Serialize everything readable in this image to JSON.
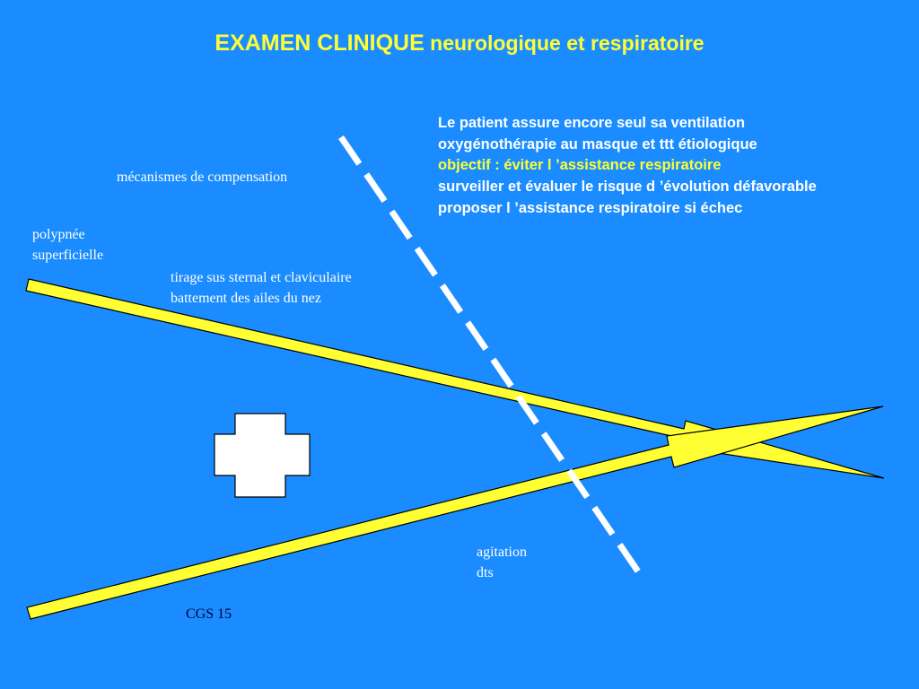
{
  "title": {
    "part1": "EXAMEN CLINIQUE",
    "part2": " neurologique et respiratoire"
  },
  "info_lines": [
    "Le patient assure encore seul sa ventilation",
    "oxygénothérapie au masque et ttt étiologique",
    "objectif : éviter l ’assistance respiratoire",
    "surveiller et évaluer le risque d ’évolution défavorable",
    "proposer l ’assistance respiratoire si échec"
  ],
  "labels": {
    "mecanismes": "mécanismes de compensation",
    "polypnee_line1": "polypnée",
    "polypnee_line2": "superficielle",
    "tirage_line1": "tirage sus sternal et claviculaire",
    "tirage_line2": "battement des ailes du nez",
    "agitation_line1": "agitation",
    "agitation_line2": "dts",
    "cgs": "CGS 15"
  },
  "icons": {
    "cross": "plus-cross-icon"
  },
  "colors": {
    "background": "#1a8cff",
    "title": "#ffff33",
    "highlight": "#ffff33",
    "text_white": "#ffffff",
    "text_dark": "#000033",
    "arrow_fill": "#ffff33",
    "arrow_stroke": "#000000",
    "dashed_line": "#ffffff",
    "cross_fill": "#ffffff"
  }
}
